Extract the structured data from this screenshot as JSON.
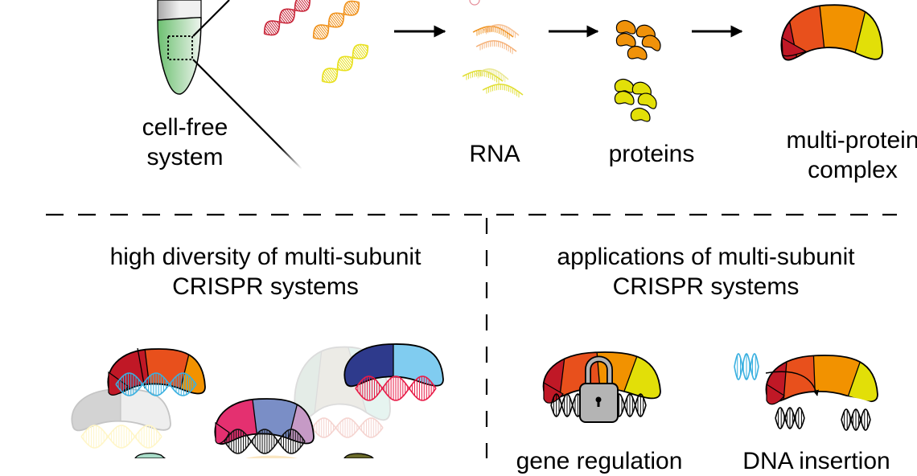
{
  "top_panel": {
    "labels": {
      "cell_free_line1": "cell-free",
      "cell_free_line2": "system",
      "rna": "RNA",
      "proteins": "proteins",
      "complex_line1": "multi-protein",
      "complex_line2": "complex"
    },
    "dna_colors": [
      "#c8273a",
      "#f0921c",
      "#e8e01c"
    ],
    "rna_colors": [
      "#f0921c",
      "#f5b27a",
      "#e0de30",
      "#e8e68a"
    ],
    "protein_colors": {
      "orange": "#f0920a",
      "yellow": "#e2df08"
    },
    "tube_liquid_color": "#6cc070",
    "complex_colors": [
      "#c01826",
      "#e8501c",
      "#f29200",
      "#e2df08"
    ]
  },
  "bottom_left": {
    "title_line1": "high diversity of multi-subunit",
    "title_line2": "CRISPR systems",
    "complexes": [
      {
        "name": "orange-complex",
        "colors": [
          "#c01826",
          "#e8501c",
          "#f29200",
          "#e2df08"
        ],
        "dna_color": "#3ab0e0"
      },
      {
        "name": "grey-complex",
        "colors": [
          "#cccccc",
          "#ececec"
        ],
        "dna_color": "#fff6c8"
      },
      {
        "name": "purple-complex",
        "colors": [
          "#e43070",
          "#7a8ec6",
          "#c69ac6",
          "#ee86b6"
        ],
        "dna_color": "#111111"
      },
      {
        "name": "faded-complex",
        "colors": [
          "#cfddd5",
          "#dedcd2",
          "#d3ece4",
          "#e0d8d4"
        ],
        "dna_color": "#f4d0cc"
      },
      {
        "name": "blue-complex",
        "colors": [
          "#2e3a8c",
          "#80ccf0"
        ],
        "dna_color": "#e81c48"
      }
    ]
  },
  "bottom_right": {
    "title_line1": "applications of multi-subunit",
    "title_line2": "CRISPR systems",
    "applications": [
      {
        "label": "gene regulation",
        "icon": "padlock-icon"
      },
      {
        "label": "DNA insertion",
        "icon": "dna-insertion-arrow-icon",
        "insert_color": "#3ab0e0"
      }
    ]
  }
}
